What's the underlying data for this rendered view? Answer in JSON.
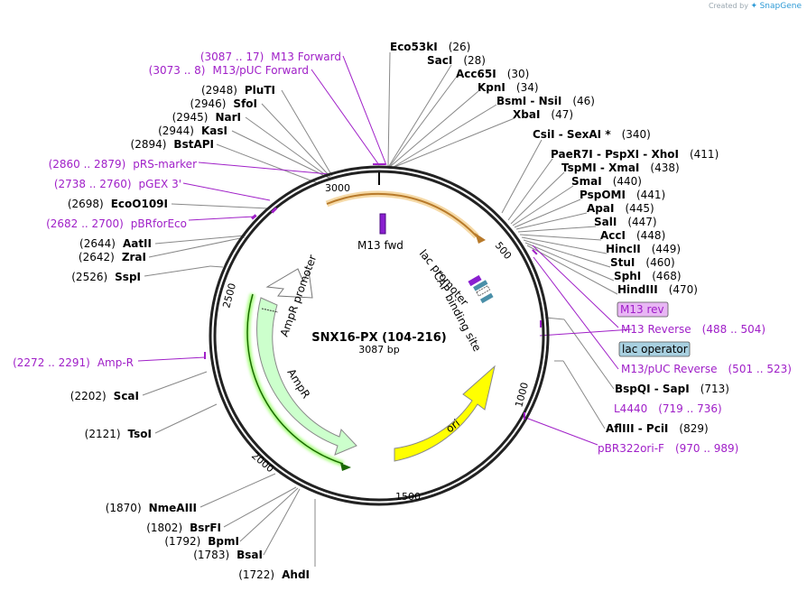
{
  "watermark": {
    "prefix": "Created by",
    "brand": "SnapGene"
  },
  "plasmid": {
    "name": "SNX16-PX (104-216)",
    "length": "3087 bp"
  },
  "ticks": [
    "3000",
    "500",
    "1000",
    "1500",
    "2000",
    "2500"
  ],
  "map_features": {
    "m13_fwd": "M13 fwd",
    "lac_promoter": "lac promoter",
    "cap_site": "CAP binding site",
    "ampr_promoter": "AmpR promoter",
    "ampr": "AmpR",
    "ori": "ori"
  },
  "colors": {
    "backbone": "#222222",
    "cut_line": "#888888",
    "feature_label": "#a020c8",
    "m13_marker": "#8a1fd0",
    "lac_operator_box": "#a8d0e0",
    "m13_rev_box": "#e8b6f4",
    "ampr_fill": "#ccffcc",
    "ori_fill": "#ffff00",
    "lac_arrow": "#b87a2a"
  },
  "sites_top": [
    {
      "name": "Eco53kI",
      "pos": "(26)"
    },
    {
      "name": "SacI",
      "pos": "(28)"
    },
    {
      "name": "Acc65I",
      "pos": "(30)"
    },
    {
      "name": "KpnI",
      "pos": "(34)"
    },
    {
      "name": "BsmI - NsiI",
      "pos": "(46)"
    },
    {
      "name": "XbaI",
      "pos": "(47)"
    }
  ],
  "sites_right": [
    {
      "name": "CsiI - SexAI *",
      "pos": "(340)"
    },
    {
      "name": "PaeR7I - PspXI - XhoI",
      "pos": "(411)"
    },
    {
      "name": "TspMI - XmaI",
      "pos": "(438)"
    },
    {
      "name": "SmaI",
      "pos": "(440)"
    },
    {
      "name": "PspOMI",
      "pos": "(441)"
    },
    {
      "name": "ApaI",
      "pos": "(445)"
    },
    {
      "name": "SalI",
      "pos": "(447)"
    },
    {
      "name": "AccI",
      "pos": "(448)"
    },
    {
      "name": "HincII",
      "pos": "(449)"
    },
    {
      "name": "StuI",
      "pos": "(460)"
    },
    {
      "name": "SphI",
      "pos": "(468)"
    },
    {
      "name": "HindIII",
      "pos": "(470)"
    }
  ],
  "features_right": {
    "m13_rev": "M13 rev",
    "m13_reverse": {
      "name": "M13 Reverse",
      "pos": "(488 .. 504)"
    },
    "lac_operator": "lac operator",
    "m13_puc_reverse": {
      "name": "M13/pUC Reverse",
      "pos": "(501 .. 523)"
    },
    "l4440": {
      "name": "L4440",
      "pos": "(719 .. 736)"
    },
    "pbr322ori": {
      "name": "pBR322ori-F",
      "pos": "(970 .. 989)"
    }
  },
  "sites_right_lower": [
    {
      "name": "BspQI - SapI",
      "pos": "(713)"
    },
    {
      "name": "AflIII - PciI",
      "pos": "(829)"
    }
  ],
  "features_left": [
    {
      "name": "M13 Forward",
      "pos": "(3087 .. 17)"
    },
    {
      "name": "M13/pUC Forward",
      "pos": "(3073 .. 8)"
    },
    {
      "name": "pRS-marker",
      "pos": "(2860 .. 2879)"
    },
    {
      "name": "pGEX 3'",
      "pos": "(2738 .. 2760)"
    },
    {
      "name": "pBRforEco",
      "pos": "(2682 .. 2700)"
    },
    {
      "name": "Amp-R",
      "pos": "(2272 .. 2291)"
    }
  ],
  "sites_left": [
    {
      "name": "PluTI",
      "pos": "(2948)"
    },
    {
      "name": "SfoI",
      "pos": "(2946)"
    },
    {
      "name": "NarI",
      "pos": "(2945)"
    },
    {
      "name": "KasI",
      "pos": "(2944)"
    },
    {
      "name": "BstAPI",
      "pos": "(2894)"
    },
    {
      "name": "EcoO109I",
      "pos": "(2698)"
    },
    {
      "name": "AatII",
      "pos": "(2644)"
    },
    {
      "name": "ZraI",
      "pos": "(2642)"
    },
    {
      "name": "SspI",
      "pos": "(2526)"
    },
    {
      "name": "ScaI",
      "pos": "(2202)"
    },
    {
      "name": "TsoI",
      "pos": "(2121)"
    }
  ],
  "sites_bottom": [
    {
      "name": "NmeAIII",
      "pos": "(1870)"
    },
    {
      "name": "BsrFI",
      "pos": "(1802)"
    },
    {
      "name": "BpmI",
      "pos": "(1792)"
    },
    {
      "name": "BsaI",
      "pos": "(1783)"
    },
    {
      "name": "AhdI",
      "pos": "(1722)"
    }
  ]
}
